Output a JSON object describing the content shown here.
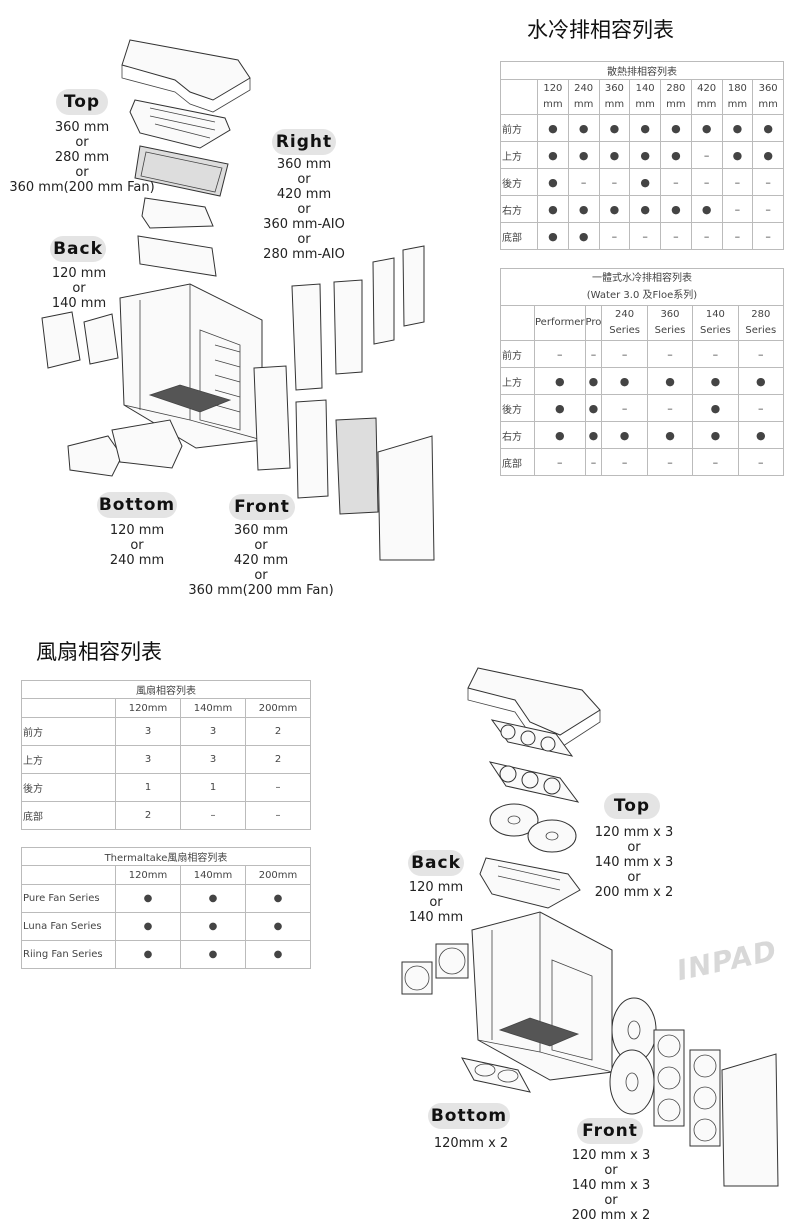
{
  "radiator_section": {
    "title": "水冷排相容列表",
    "labels": {
      "top": {
        "name": "Top",
        "spec": [
          "360  mm",
          "or",
          "280 mm",
          "or",
          "360 mm(200 mm Fan)"
        ]
      },
      "right": {
        "name": "Right",
        "spec": [
          "360 mm",
          "or",
          "420 mm",
          "or",
          "360 mm-AIO",
          "or",
          "280 mm-AIO"
        ]
      },
      "back": {
        "name": "Back",
        "spec": [
          "120 mm",
          "or",
          "140 mm"
        ]
      },
      "bottom": {
        "name": "Bottom",
        "spec": [
          "120 mm",
          "or",
          "240 mm"
        ]
      },
      "front": {
        "name": "Front",
        "spec": [
          "360 mm",
          "or",
          "420 mm",
          "or",
          "360 mm(200 mm Fan)"
        ]
      }
    },
    "table1": {
      "caption": "散熱排相容列表",
      "sizes": [
        "120",
        "240",
        "360",
        "140",
        "280",
        "420",
        "180",
        "360"
      ],
      "unit": "mm",
      "rows": [
        {
          "label": "前方",
          "cells": [
            "●",
            "●",
            "●",
            "●",
            "●",
            "●",
            "●",
            "●"
          ]
        },
        {
          "label": "上方",
          "cells": [
            "●",
            "●",
            "●",
            "●",
            "●",
            "–",
            "●",
            "●"
          ]
        },
        {
          "label": "後方",
          "cells": [
            "●",
            "–",
            "–",
            "●",
            "–",
            "–",
            "–",
            "–"
          ]
        },
        {
          "label": "右方",
          "cells": [
            "●",
            "●",
            "●",
            "●",
            "●",
            "●",
            "–",
            "–"
          ]
        },
        {
          "label": "底部",
          "cells": [
            "●",
            "●",
            "–",
            "–",
            "–",
            "–",
            "–",
            "–"
          ]
        }
      ]
    },
    "table2": {
      "caption1": "一體式水冷排相容列表",
      "caption2": "(Water 3.0 及Floe系列)",
      "headers": [
        "Performer",
        "Pro",
        "240 Series",
        "360 Series",
        "140 Series",
        "280 Series"
      ],
      "rows": [
        {
          "label": "前方",
          "cells": [
            "–",
            "–",
            "–",
            "–",
            "–",
            "–"
          ]
        },
        {
          "label": "上方",
          "cells": [
            "●",
            "●",
            "●",
            "●",
            "●",
            "●"
          ]
        },
        {
          "label": "後方",
          "cells": [
            "●",
            "●",
            "–",
            "–",
            "●",
            "–"
          ]
        },
        {
          "label": "右方",
          "cells": [
            "●",
            "●",
            "●",
            "●",
            "●",
            "●"
          ]
        },
        {
          "label": "底部",
          "cells": [
            "–",
            "–",
            "–",
            "–",
            "–",
            "–"
          ]
        }
      ]
    }
  },
  "fan_section": {
    "title": "風扇相容列表",
    "table1": {
      "caption": "風扇相容列表",
      "headers": [
        "120mm",
        "140mm",
        "200mm"
      ],
      "rows": [
        {
          "label": "前方",
          "cells": [
            "3",
            "3",
            "2"
          ]
        },
        {
          "label": "上方",
          "cells": [
            "3",
            "3",
            "2"
          ]
        },
        {
          "label": "後方",
          "cells": [
            "1",
            "1",
            "–"
          ]
        },
        {
          "label": "底部",
          "cells": [
            "2",
            "–",
            "–"
          ]
        }
      ]
    },
    "table2": {
      "caption": "Thermaltake風扇相容列表",
      "headers": [
        "120mm",
        "140mm",
        "200mm"
      ],
      "rows": [
        {
          "label": "Pure Fan Series",
          "cells": [
            "●",
            "●",
            "●"
          ]
        },
        {
          "label": "Luna Fan Series",
          "cells": [
            "●",
            "●",
            "●"
          ]
        },
        {
          "label": "Riing Fan Series",
          "cells": [
            "●",
            "●",
            "●"
          ]
        }
      ]
    },
    "labels": {
      "top": {
        "name": "Top",
        "spec": [
          "120 mm x 3",
          "or",
          "140 mm x 3",
          "or",
          "200 mm x 2"
        ]
      },
      "back": {
        "name": "Back",
        "spec": [
          "120 mm",
          "or",
          "140 mm"
        ]
      },
      "bottom": {
        "name": "Bottom",
        "spec": [
          "120mm x 2"
        ]
      },
      "front": {
        "name": "Front",
        "spec": [
          "120 mm x 3",
          "or",
          "140 mm x 3",
          "or",
          "200 mm x 2"
        ]
      }
    }
  },
  "watermark": "INPAD"
}
